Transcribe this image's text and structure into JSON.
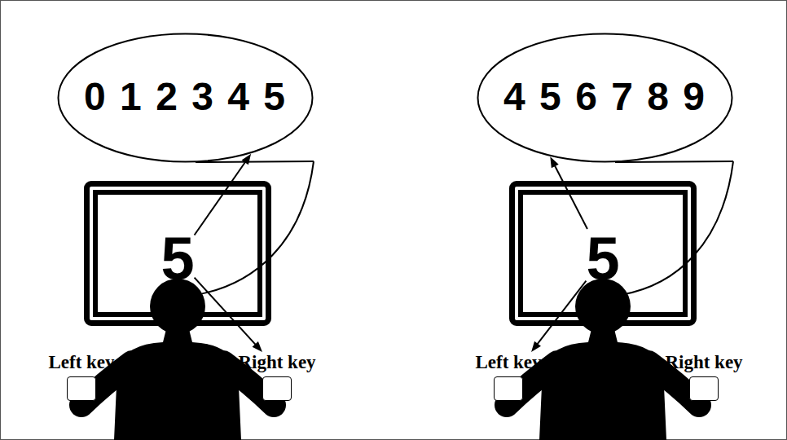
{
  "diagram": {
    "nodes": [
      {
        "text": [
          "0 1 2 3 4 5"
        ]
      },
      {
        "text": [
          "5"
        ]
      },
      {
        "text": [
          "Left key"
        ]
      },
      {
        "text": [
          "Right key"
        ]
      },
      {
        "text": [
          "4 5 6 7 8 9"
        ]
      },
      {
        "text": [
          "5"
        ]
      },
      {
        "text": [
          "Left key"
        ]
      },
      {
        "text": [
          "Right key"
        ]
      }
    ],
    "edges": [
      {
        "from": 1,
        "to": 0,
        "arrow": "to"
      },
      {
        "from": 1,
        "to": 3,
        "arrow": "to"
      },
      {
        "from": 5,
        "to": 4,
        "arrow": "to"
      },
      {
        "from": 5,
        "to": 6,
        "arrow": "to"
      }
    ]
  }
}
